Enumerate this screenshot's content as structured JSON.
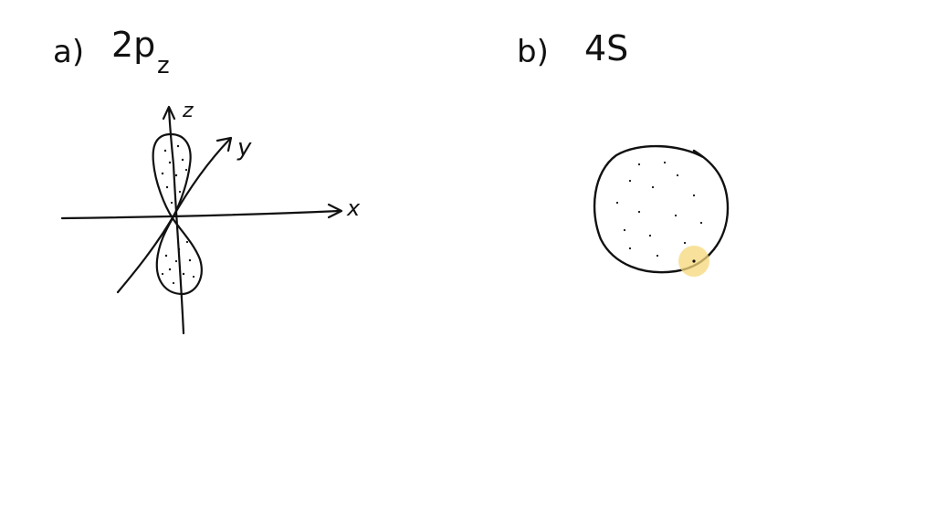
{
  "part_a": {
    "label": "a)",
    "orbital_main": "2p",
    "orbital_sub": "z",
    "axes": {
      "z": "z",
      "y": "y",
      "x": "x"
    }
  },
  "part_b": {
    "label": "b)",
    "orbital": "4S"
  },
  "colors": {
    "ink": "#111111",
    "cursor_highlight": "#f6d77a"
  }
}
